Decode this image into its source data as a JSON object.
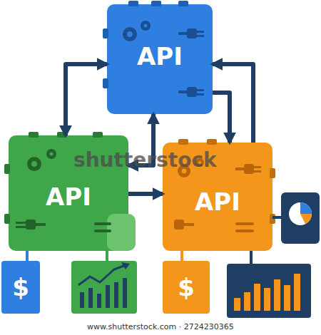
{
  "diagram": {
    "nodes": [
      {
        "text": [
          "API"
        ]
      },
      {
        "text": [
          "API"
        ]
      },
      {
        "text": [
          "API"
        ]
      },
      {
        "text": [
          "$"
        ]
      },
      {
        "text": [
          "$"
        ]
      }
    ],
    "edges": [
      {
        "from": 0,
        "to": 1,
        "arrow": "both"
      },
      {
        "from": 0,
        "to": 2,
        "arrow": "to"
      },
      {
        "from": 2,
        "to": 0,
        "arrow": "to"
      },
      {
        "from": 1,
        "to": 0,
        "arrow": "both"
      },
      {
        "from": 1,
        "to": 2,
        "arrow": "to"
      },
      {
        "from": 1,
        "to": 3,
        "arrow": "none"
      },
      {
        "from": 2,
        "to": 4,
        "arrow": "none"
      }
    ],
    "labels": [
      "shutterstock",
      "www.shutterstock.com · 2724230365"
    ]
  }
}
